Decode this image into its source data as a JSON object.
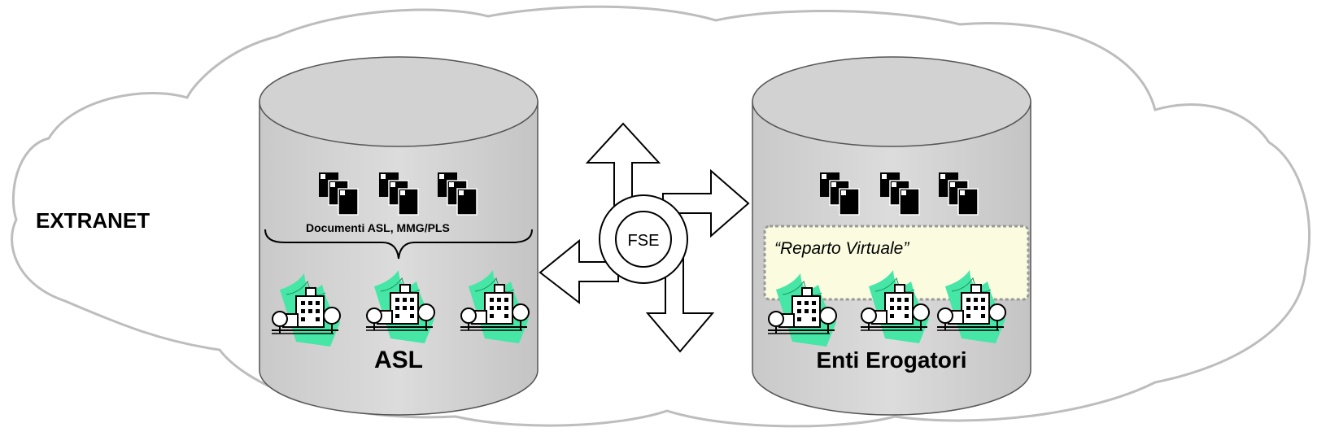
{
  "diagram": {
    "network_label": "EXTRANET",
    "hub_label": "FSE",
    "left_store": {
      "documents_caption": "Documenti ASL,  MMG/PLS",
      "label": "ASL"
    },
    "right_store": {
      "virtual_ward_label": "“Reparto Virtuale”",
      "label": "Enti Erogatori"
    },
    "icons": {
      "document": "document-stack-icon",
      "hospital": "hospital-building-icon"
    },
    "colors": {
      "cylinder_fill": "#d6d6d6",
      "virtual_ward_fill": "#fbfbdf",
      "hospital_accent": "#45e6a6"
    }
  }
}
